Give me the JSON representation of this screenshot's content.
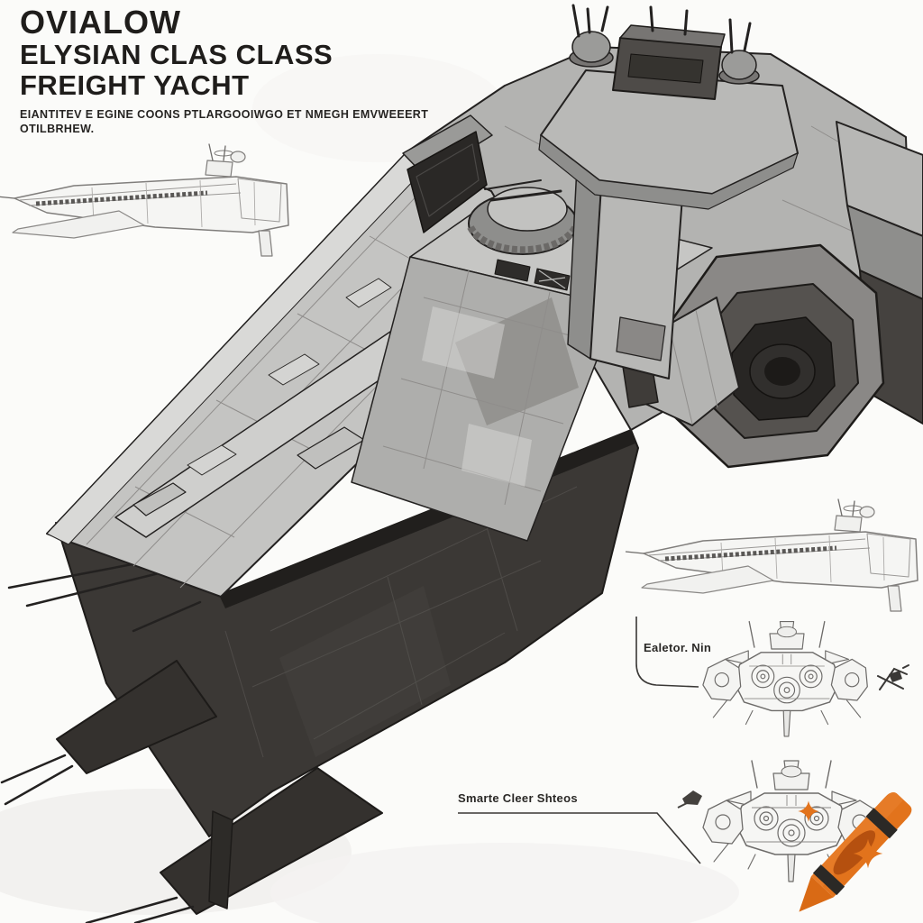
{
  "page": {
    "background": "#fbfbf9"
  },
  "title_block": {
    "series": "OVIALOW",
    "class_line": "ELYSIAN CLAS CLASS",
    "type_line": "FREIGHT YACHT",
    "spec_line1": "EIANTITEV E EGINE COONS PTLARGOOIWGO ET NMEGH EMVWEEERT",
    "spec_line2": "OTILBRHEW."
  },
  "callouts": {
    "engine_view_label": "Ealetor. Nin",
    "underside_view_label": "Smarte Cleer Shteos"
  },
  "figures": {
    "main_view": "isometric-freight-yacht",
    "top_left_view": "side-profile-sketch",
    "mid_right_view": "side-profile-sketch",
    "engine_front_view": "bow-front-sketch",
    "engine_rear_view": "stern-rear-sketch",
    "doodle": "fighter-scribble"
  },
  "watermark": {
    "icon": "crayon-icon",
    "color": "#e2731c"
  },
  "colors": {
    "ink": "#1f1d1b",
    "hull_light": "#c4c4c2",
    "hull_highlight": "#d9d9d7",
    "hull_mid": "#9a9a98",
    "hull_dark": "#3b3835",
    "sketch_line": "#807e7c",
    "accent_orange": "#e2731c"
  }
}
